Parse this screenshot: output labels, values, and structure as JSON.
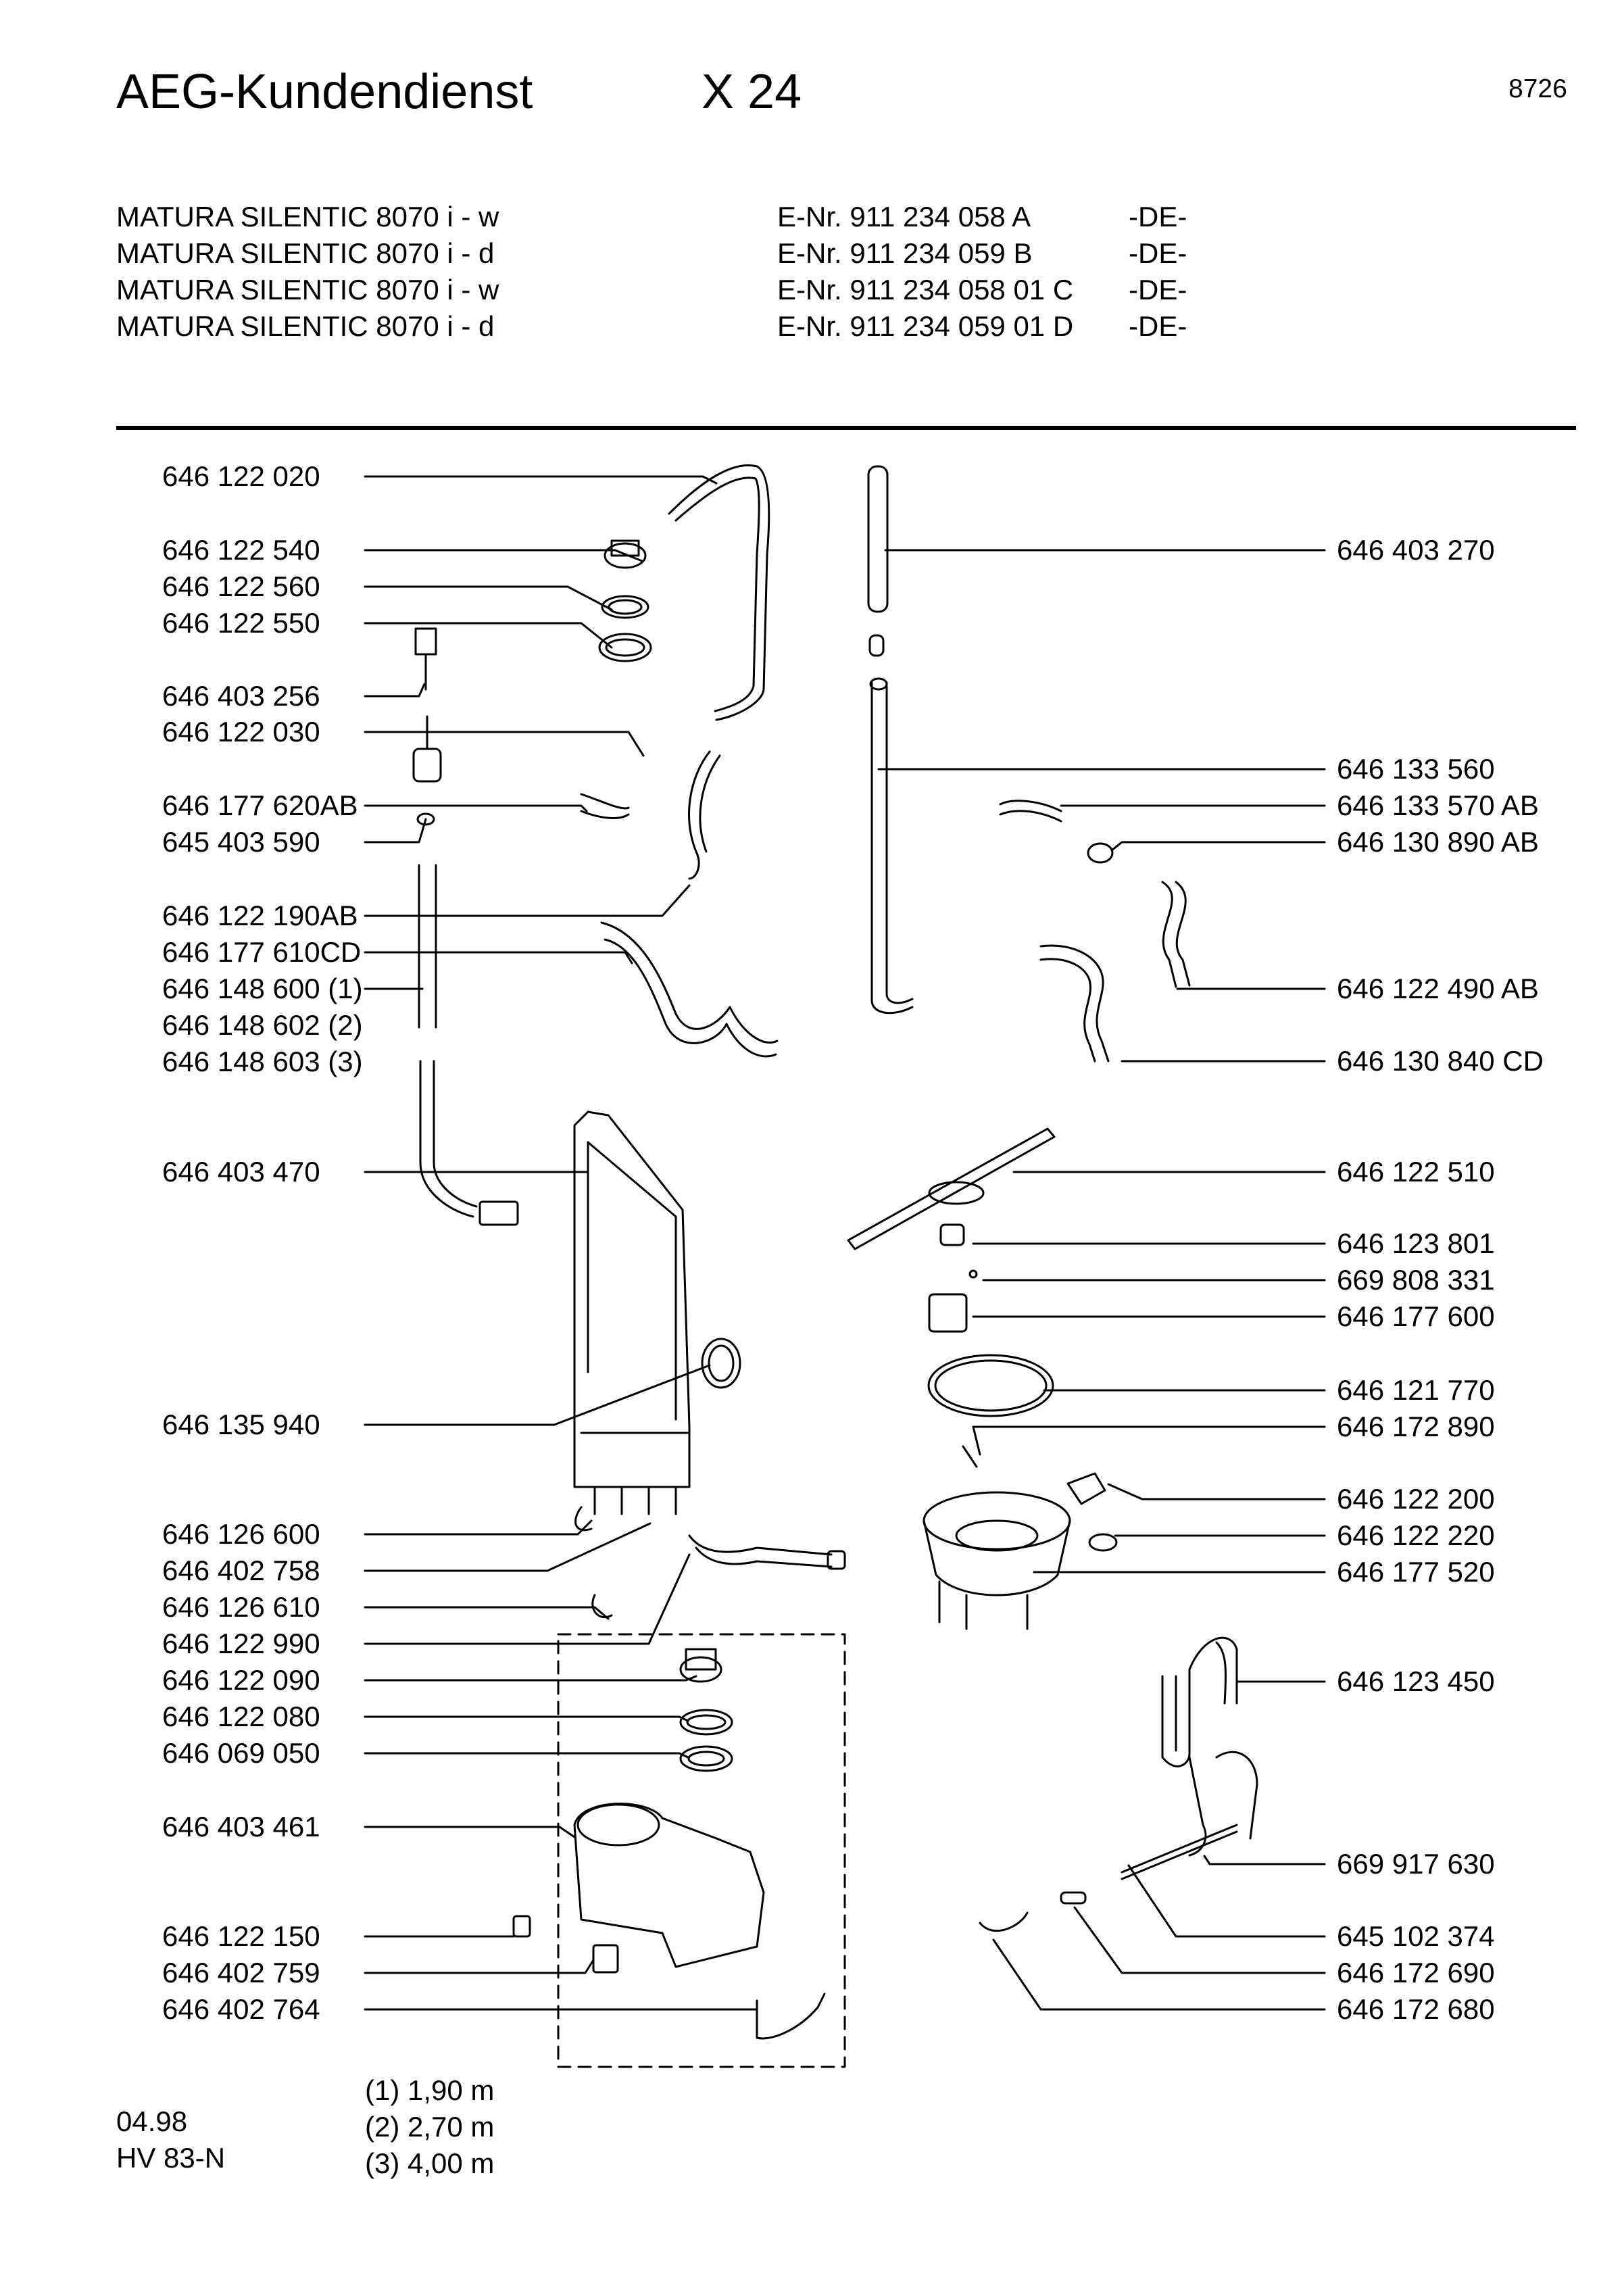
{
  "header": {
    "brand": "AEG-Kundendienst",
    "sheet": "X 24",
    "page_number": "8726"
  },
  "models": [
    {
      "name": "MATURA SILENTIC 8070 i - w",
      "enr": "E-Nr. 911 234 058 A",
      "country": "-DE-"
    },
    {
      "name": "MATURA SILENTIC 8070 i - d",
      "enr": "E-Nr. 911 234 059 B",
      "country": "-DE-"
    },
    {
      "name": "MATURA SILENTIC 8070 i - w",
      "enr": "E-Nr. 911 234 058 01 C",
      "country": "-DE-"
    },
    {
      "name": "MATURA SILENTIC 8070 i - d",
      "enr": "E-Nr. 911 234 059 01 D",
      "country": "-DE-"
    }
  ],
  "left_parts": [
    "646 122 020",
    "646 122 540",
    "646 122 560",
    "646 122 550",
    "646 403 256",
    "646 122 030",
    "646 177 620AB",
    "645 403 590",
    "646 122 190AB",
    "646 177 610CD",
    "646 148 600 (1)",
    "646 148 602 (2)",
    "646 148 603 (3)",
    "646 403 470",
    "646 135 940",
    "646 126 600",
    "646 402 758",
    "646 126 610",
    "646 122 990",
    "646 122 090",
    "646 122 080",
    "646 069 050",
    "646 403 461",
    "646 122 150",
    "646 402 759",
    "646 402 764"
  ],
  "right_parts": [
    "646 403 270",
    "646 133 560",
    "646 133 570 AB",
    "646 130 890 AB",
    "646 122 490 AB",
    "646 130 840 CD",
    "646 122 510",
    "646 123 801",
    "669 808 331",
    "646 177 600",
    "646 121 770",
    "646 172 890",
    "646 122 200",
    "646 122 220",
    "646 177 520",
    "646 123 450",
    "669 917 630",
    "645 102 374",
    "646 172 690",
    "646 172 680"
  ],
  "length_notes": [
    "(1) 1,90 m",
    "(2) 2,70 m",
    "(3) 4,00 m"
  ],
  "footer": {
    "date": "04.98",
    "code": "HV 83-N"
  }
}
